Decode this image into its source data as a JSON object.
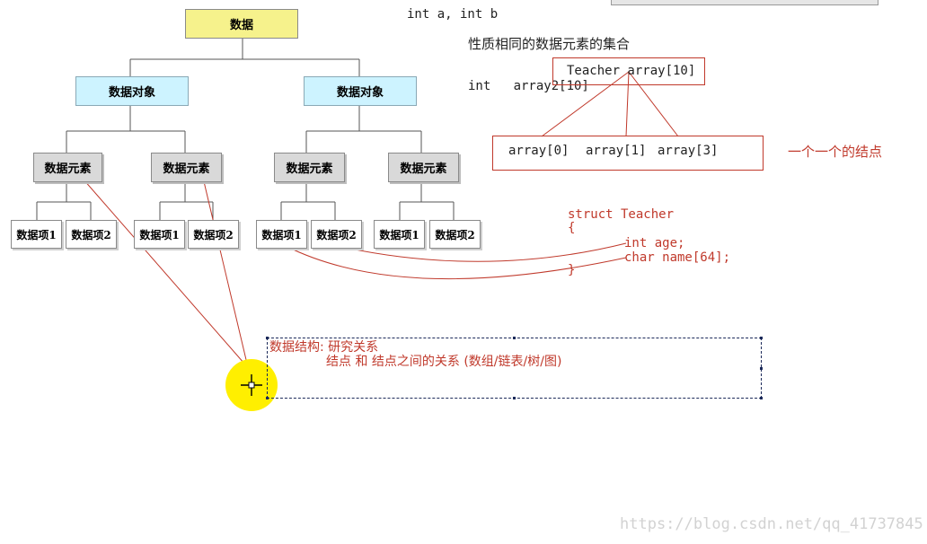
{
  "tree": {
    "root": "数据",
    "object_label": "数据对象",
    "element_label": "数据元素",
    "item1_label": "数据项1",
    "item2_label": "数据项2"
  },
  "notes": {
    "int_ab": "int a, int b",
    "collection": "性质相同的数据元素的集合",
    "int_array2": "int   array2[10]",
    "teacher_array": "Teacher array[10]",
    "array0": "array[0]",
    "array1": "array[1]",
    "array3": "array[3]",
    "nodes_note": "一个一个的结点",
    "struct_line1": "struct Teacher",
    "struct_line2": "{",
    "struct_line3": "int age;",
    "struct_line4": "char name[64];",
    "struct_line5": "}",
    "ds_title": "数据结构: 研究关系",
    "ds_desc": "结点 和 结点之间的关系 (数组/链表/树/图)"
  },
  "watermark": "https://blog.csdn.net/qq_41737845",
  "colors": {
    "root_fill": "#f6f28c",
    "object_fill": "#cdf3ff",
    "element_fill": "#d9d9d9",
    "annotation_red": "#c0392b",
    "cursor_highlight": "#ffef00",
    "selection_dash": "#1c2a5a"
  }
}
